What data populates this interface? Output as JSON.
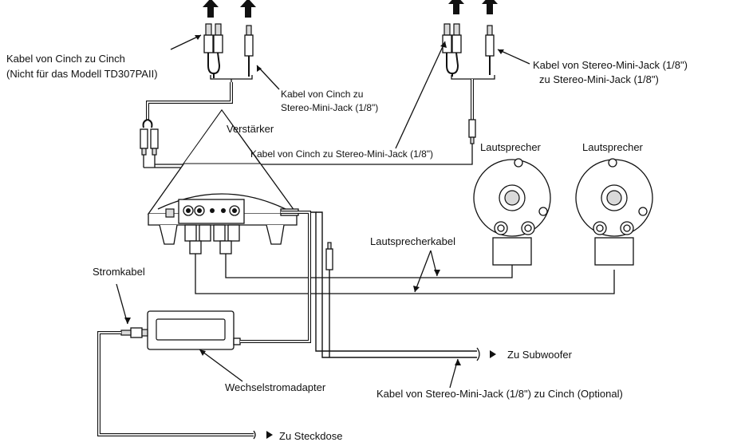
{
  "labels": {
    "cinch_cinch_line1": "Kabel von Cinch zu Cinch",
    "cinch_cinch_line2": "(Nicht für das Modell TD307PAII)",
    "cinch_to_minijack_top": "Kabel von Cinch zu",
    "cinch_to_minijack_top2": "Stereo-Mini-Jack (1/8\")",
    "minijack_minijack_line1": "Kabel von Stereo-Mini-Jack (1/8\")",
    "minijack_minijack_line2": "zu Stereo-Mini-Jack (1/8\")",
    "amplifier": "Verstärker",
    "cinch_to_minijack_mid": "Kabel von Cinch zu Stereo-Mini-Jack (1/8\")",
    "speaker_left": "Lautsprecher",
    "speaker_right": "Lautsprecher",
    "speaker_cable": "Lautsprecherkabel",
    "power_cable": "Stromkabel",
    "ac_adapter": "Wechselstromadapter",
    "to_subwoofer": "Zu Subwoofer",
    "minijack_to_cinch_optional": "Kabel von Stereo-Mini-Jack (1/8\") zu Cinch (Optional)",
    "to_outlet": "Zu Steckdose"
  }
}
